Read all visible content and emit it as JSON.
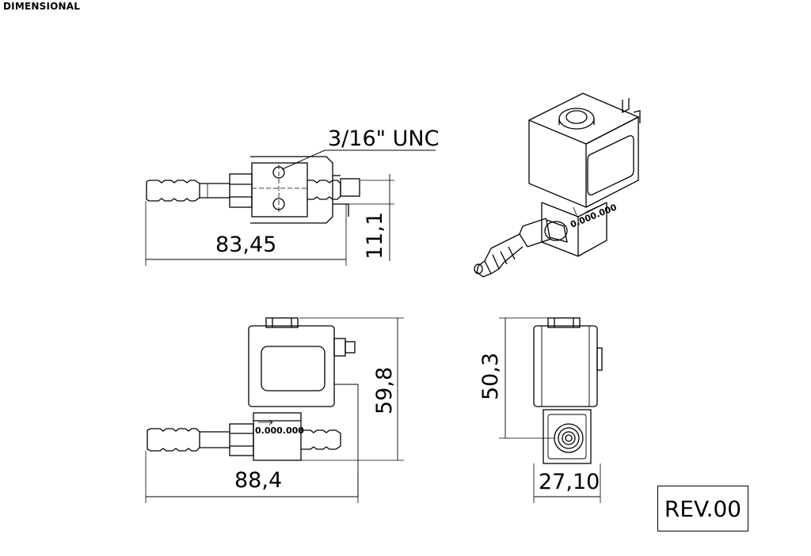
{
  "header": {
    "title": "DIMENSIONAL"
  },
  "thread_label": "3/16\" UNC",
  "dimensions": {
    "top_length": "83,45",
    "top_height": "11,1",
    "front_length": "88,4",
    "front_height": "59,8",
    "side_height": "50,3",
    "side_width": "27,10"
  },
  "body_marking": "0.000.000",
  "iso_marking": "0.000.000",
  "revision": "REV.00"
}
